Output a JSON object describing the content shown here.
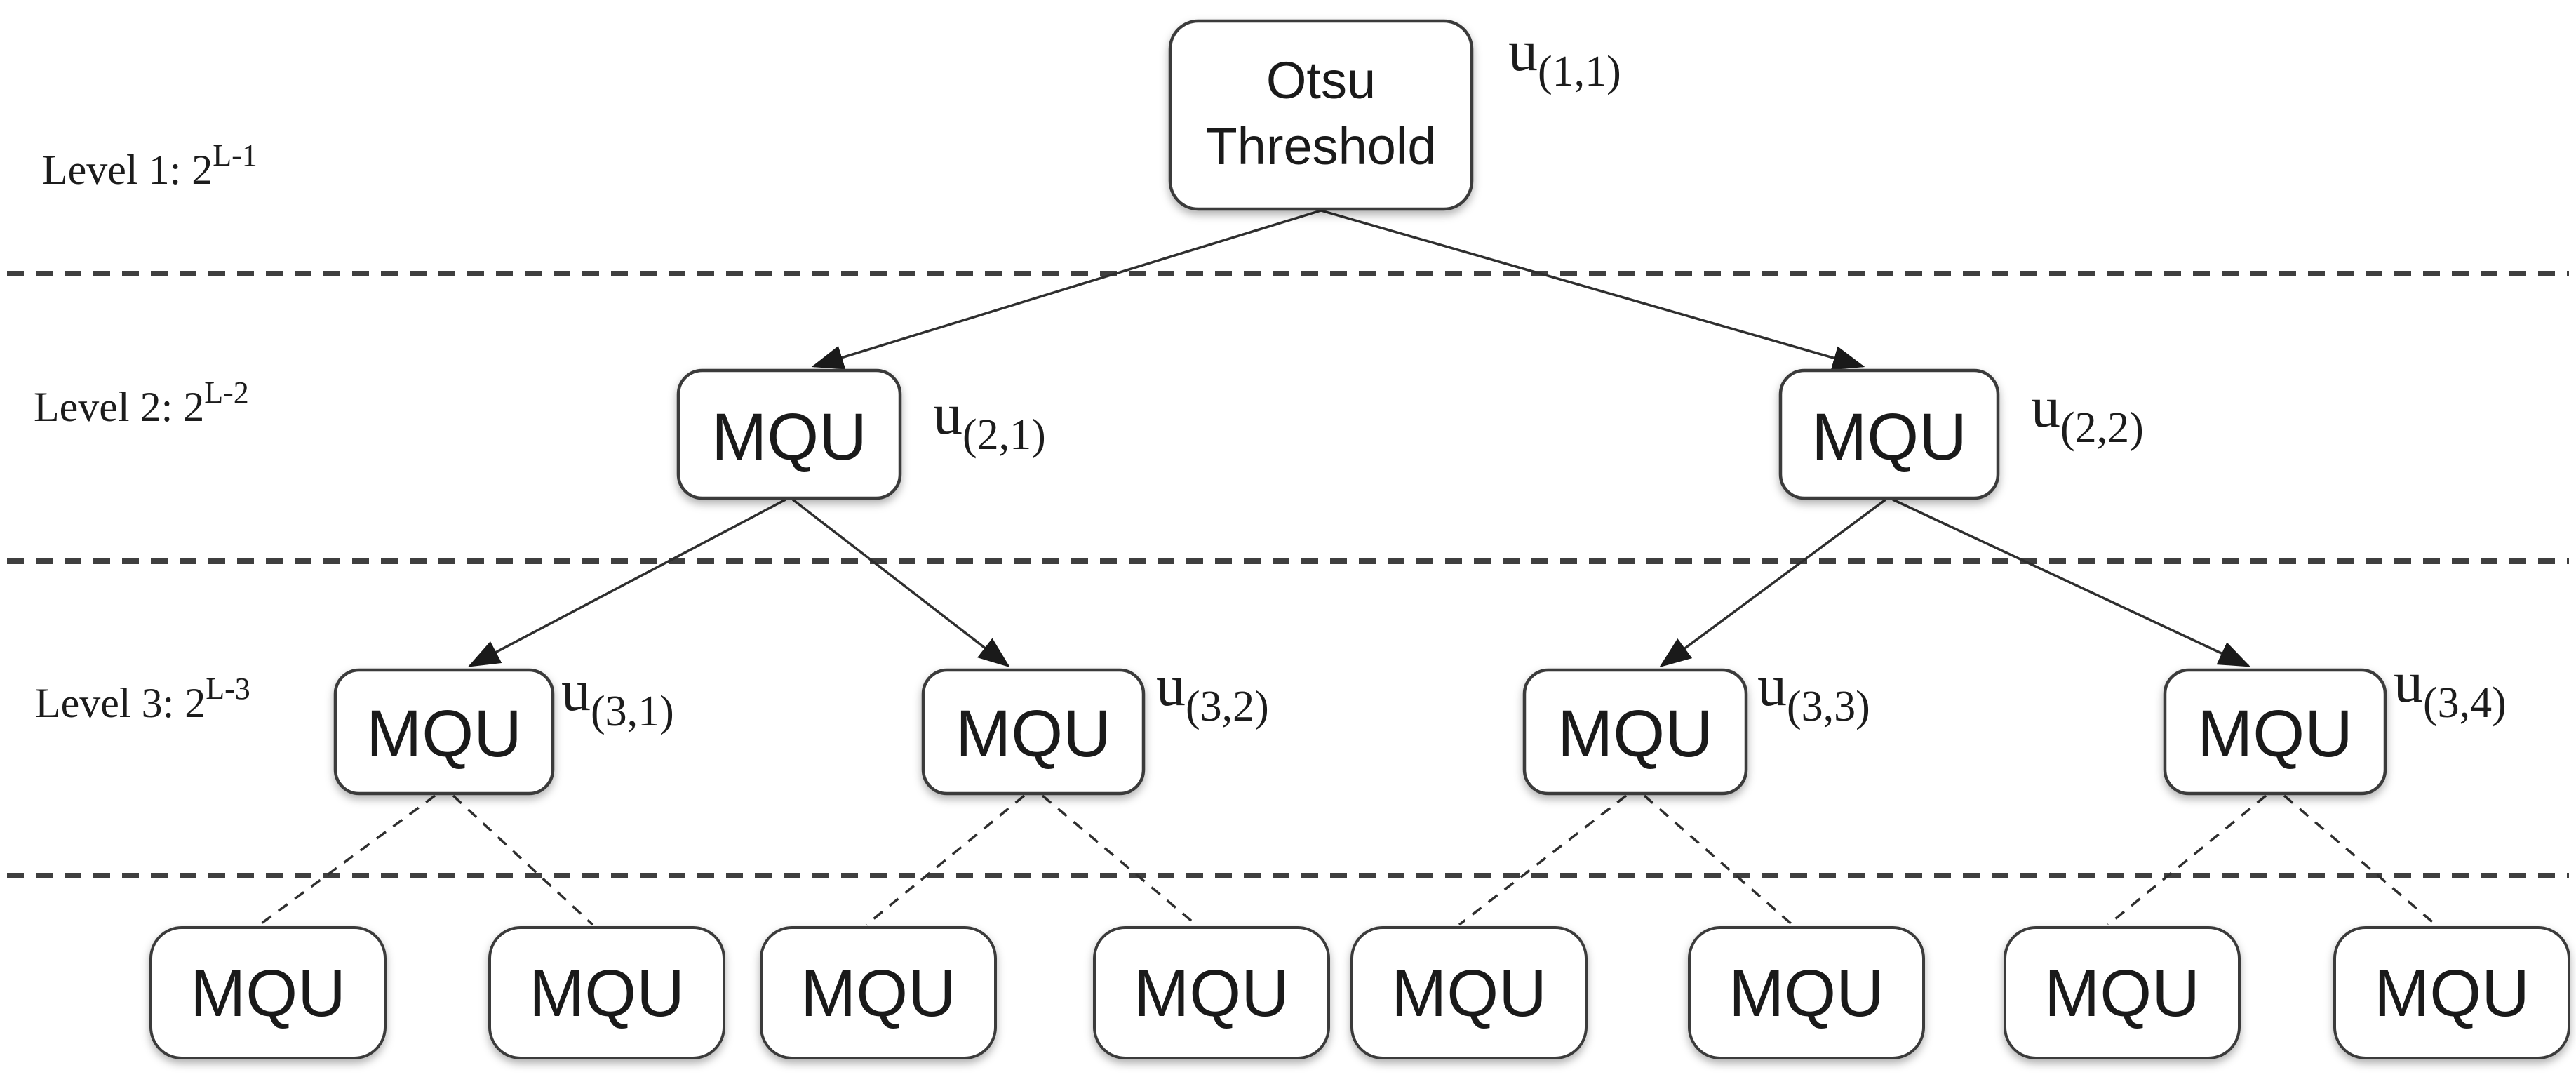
{
  "diagram": {
    "type": "tree",
    "background": "#ffffff",
    "colors": {
      "box_border": "#3a3a3a",
      "box_fill": "#ffffff",
      "line": "#2f2f2f",
      "text": "#1a1a1a"
    },
    "level_annotations": [
      {
        "main": "Level 1: 2",
        "sup": "L-1"
      },
      {
        "main": "Level 2: 2",
        "sup": "L-2"
      },
      {
        "main": "Level 3: 2",
        "sup": "L-3"
      }
    ],
    "root": {
      "line1": "Otsu",
      "line2": "Threshold",
      "u": "u",
      "sub": "(1,1)"
    },
    "level2": [
      {
        "label": "MQU",
        "u": "u",
        "sub": "(2,1)"
      },
      {
        "label": "MQU",
        "u": "u",
        "sub": "(2,2)"
      }
    ],
    "level3": [
      {
        "label": "MQU",
        "u": "u",
        "sub": "(3,1)"
      },
      {
        "label": "MQU",
        "u": "u",
        "sub": "(3,2)"
      },
      {
        "label": "MQU",
        "u": "u",
        "sub": "(3,3)"
      },
      {
        "label": "MQU",
        "u": "u",
        "sub": "(3,4)"
      }
    ],
    "level4": [
      {
        "label": "MQU"
      },
      {
        "label": "MQU"
      },
      {
        "label": "MQU"
      },
      {
        "label": "MQU"
      },
      {
        "label": "MQU"
      },
      {
        "label": "MQU"
      },
      {
        "label": "MQU"
      },
      {
        "label": "MQU"
      }
    ]
  }
}
